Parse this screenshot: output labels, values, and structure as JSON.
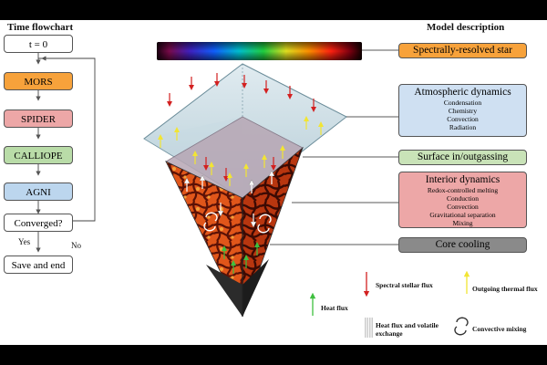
{
  "flowchart": {
    "title": "Time flowchart",
    "steps": [
      {
        "label": "t = 0",
        "color": "#ffffff"
      },
      {
        "label": "MORS",
        "color": "#f7a23b"
      },
      {
        "label": "SPIDER",
        "color": "#eda7a7"
      },
      {
        "label": "CALLIOPE",
        "color": "#b9dca8"
      },
      {
        "label": "AGNI",
        "color": "#bcd6ee"
      },
      {
        "label": "Converged?",
        "color": "#ffffff"
      },
      {
        "label": "Save and end",
        "color": "#ffffff"
      }
    ],
    "yes_label": "Yes",
    "no_label": "No"
  },
  "model": {
    "title": "Model description",
    "star": {
      "label": "Spectrally-resolved star",
      "color": "#f7a23b"
    },
    "atmosphere": {
      "label": "Atmospheric dynamics",
      "items": [
        "Condensation",
        "Chemistry",
        "Convection",
        "Radiation"
      ],
      "color": "#cfe0f2"
    },
    "surface": {
      "label": "Surface in/outgassing",
      "color": "#c9e3b8"
    },
    "interior": {
      "label": "Interior dynamics",
      "items": [
        "Redox-controlled melting",
        "Conduction",
        "Convection",
        "Gravitational separation",
        "Mixing"
      ],
      "color": "#eda7a7"
    },
    "core": {
      "label": "Core cooling",
      "color": "#8a8a8a"
    }
  },
  "legend": {
    "spectral_flux": "Spectral stellar flux",
    "thermal_flux": "Outgoing thermal flux",
    "heat_flux": "Heat flux",
    "heat_volatile": "Heat flux and volatile exchange",
    "convective_mixing": "Convective mixing"
  },
  "colors": {
    "stellar_arrow": "#d32020",
    "thermal_arrow": "#f2e533",
    "heat_arrow": "#3fbf3f",
    "exchange_arrow": "#ffffff"
  }
}
